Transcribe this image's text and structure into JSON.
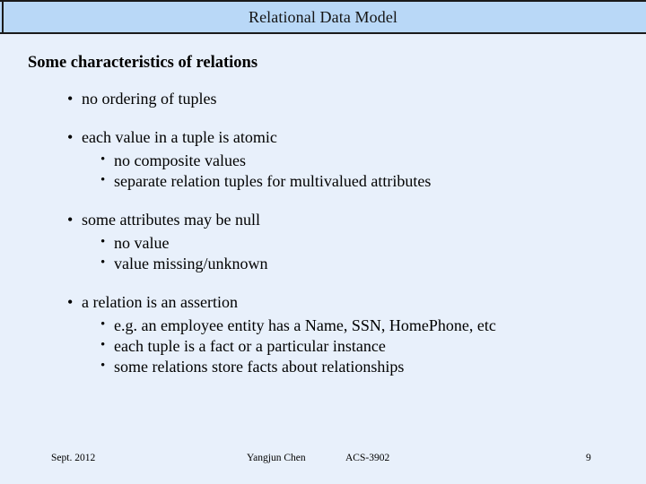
{
  "slide": {
    "title": "Relational Data Model",
    "heading": "Some characteristics of relations",
    "colors": {
      "title_bar_bg": "#b9d8f7",
      "body_bg": "#e8f0fb",
      "border": "#1a1a1a",
      "text": "#000000"
    },
    "bullet_glyph": "•",
    "content": [
      {
        "level": 1,
        "text": "no ordering of tuples"
      },
      {
        "level": 1,
        "text": "each value in a tuple is atomic"
      },
      {
        "level": 2,
        "text": "no composite values"
      },
      {
        "level": 2,
        "text": "separate relation tuples for multivalued attributes"
      },
      {
        "level": 1,
        "text": "some attributes may be null"
      },
      {
        "level": 2,
        "text": "no value"
      },
      {
        "level": 2,
        "text": "value missing/unknown"
      },
      {
        "level": 1,
        "text": "a relation is an assertion"
      },
      {
        "level": 2,
        "text": "e.g. an employee entity has a Name, SSN, HomePhone, etc"
      },
      {
        "level": 2,
        "text": "each tuple is a fact or a particular instance"
      },
      {
        "level": 2,
        "text": "some relations store facts about relationships"
      }
    ]
  },
  "footer": {
    "date": "Sept. 2012",
    "author": "Yangjun Chen",
    "course": "ACS-3902",
    "page": "9"
  }
}
